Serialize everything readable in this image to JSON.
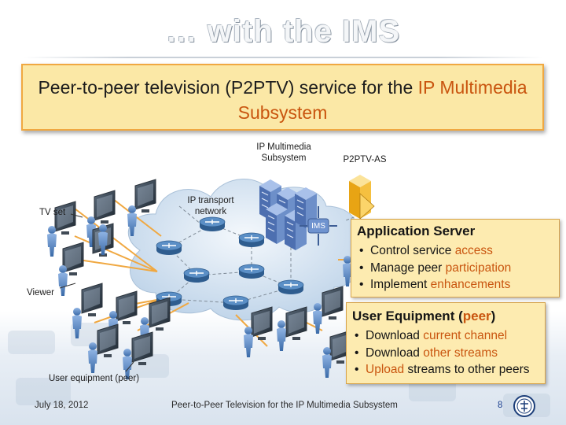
{
  "slide": {
    "title": "… with the IMS",
    "subtitle_pre": "Peer-to-peer television (P2PTV) service for the ",
    "subtitle_accent": "IP Multimedia Subsystem",
    "page_number": "8",
    "footer_date": "July 18, 2012",
    "footer_text": "Peer-to-Peer Television for the IP Multimedia Subsystem"
  },
  "diagram": {
    "labels": {
      "ims_line1": "IP Multimedia",
      "ims_line2": "Subsystem",
      "p2ptv_as": "P2PTV-AS",
      "transport_line1": "IP transport",
      "transport_line2": "network",
      "tv_set": "TV set",
      "viewer": "Viewer",
      "user_equipment": "User equipment (peer)",
      "ims_badge": "IMS"
    },
    "colors": {
      "links": "#f0a841",
      "cloud": "#d5e4f2",
      "router": "#4a7fb5",
      "server": "#6d8fc9",
      "as_server": "#f1b52a"
    }
  },
  "callouts": {
    "app_server": {
      "heading": "Application Server",
      "items": [
        {
          "pre": "Control service ",
          "accent": "access"
        },
        {
          "pre": "Manage peer ",
          "accent": "participation"
        },
        {
          "pre": "Implement ",
          "accent": "enhancements"
        }
      ]
    },
    "user_equipment": {
      "heading_pre": "User Equipment (",
      "heading_accent": "peer",
      "heading_post": ")",
      "items": [
        {
          "pre": "Download ",
          "accent": "current channel",
          "post": ""
        },
        {
          "pre": "Download ",
          "accent": "other streams",
          "post": ""
        },
        {
          "pre": "",
          "accent": "Upload",
          "post": " streams to other peers"
        }
      ]
    }
  }
}
